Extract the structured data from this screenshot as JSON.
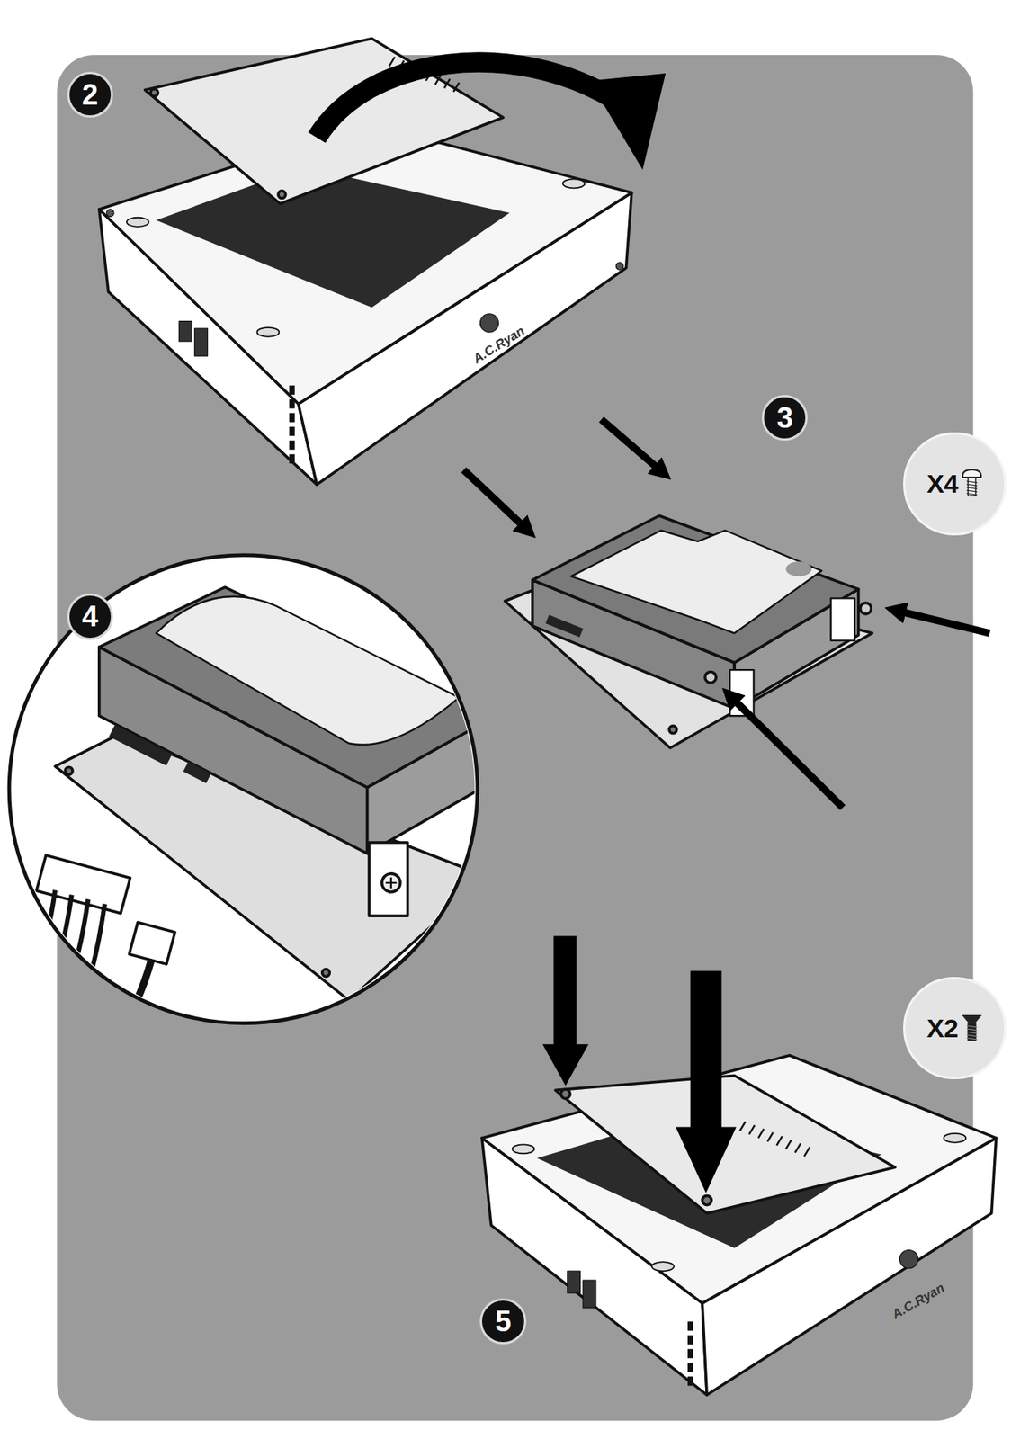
{
  "diagram": {
    "nodes": [
      {
        "text": [
          "2"
        ]
      },
      {
        "text": [
          "3"
        ]
      },
      {
        "text": [
          "X4"
        ]
      },
      {
        "text": [
          "4"
        ]
      },
      {
        "text": [
          "X2"
        ]
      },
      {
        "text": [
          "5"
        ]
      }
    ],
    "labels": [
      "A.C.Ryan",
      "A.C.Ryan"
    ]
  }
}
